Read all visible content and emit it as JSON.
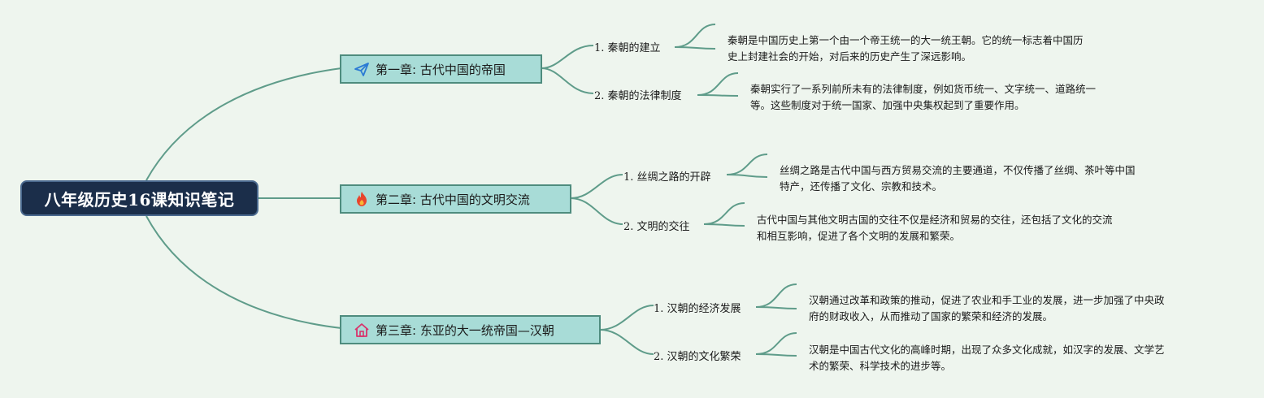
{
  "root": {
    "title": "八年级历史16课知识笔记"
  },
  "chapters": [
    {
      "label": "第一章: 古代中国的帝国",
      "icon": "paper-plane-icon",
      "topics": [
        {
          "label": "1. 秦朝的建立",
          "note_line1": "秦朝是中国历史上第一个由一个帝王统一的大一统王朝。它的统一标志着中国历",
          "note_line2": "史上封建社会的开始，对后来的历史产生了深远影响。"
        },
        {
          "label": "2. 秦朝的法律制度",
          "note_line1": "秦朝实行了一系列前所未有的法律制度，例如货币统一、文字统一、道路统一",
          "note_line2": "等。这些制度对于统一国家、加强中央集权起到了重要作用。"
        }
      ]
    },
    {
      "label": "第二章: 古代中国的文明交流",
      "icon": "fire-icon",
      "topics": [
        {
          "label": "1. 丝绸之路的开辟",
          "note_line1": "丝绸之路是古代中国与西方贸易交流的主要通道，不仅传播了丝绸、茶叶等中国",
          "note_line2": "特产，还传播了文化、宗教和技术。"
        },
        {
          "label": "2. 文明的交往",
          "note_line1": "古代中国与其他文明古国的交往不仅是经济和贸易的交往，还包括了文化的交流",
          "note_line2": "和相互影响，促进了各个文明的发展和繁荣。"
        }
      ]
    },
    {
      "label": "第三章: 东亚的大一统帝国—汉朝",
      "icon": "home-icon",
      "topics": [
        {
          "label": "1. 汉朝的经济发展",
          "note_line1": "汉朝通过改革和政策的推动，促进了农业和手工业的发展，进一步加强了中央政",
          "note_line2": "府的财政收入，从而推动了国家的繁荣和经济的发展。"
        },
        {
          "label": "2. 汉朝的文化繁荣",
          "note_line1": "汉朝是中国古代文化的高峰时期，出现了众多文化成就，如汉字的发展、文学艺",
          "note_line2": "术的繁荣、科学技术的进步等。"
        }
      ]
    }
  ],
  "colors": {
    "line": "#5f9c8a",
    "chapter_fill": "#a8dcd7",
    "root_fill": "#1b2e4a"
  }
}
